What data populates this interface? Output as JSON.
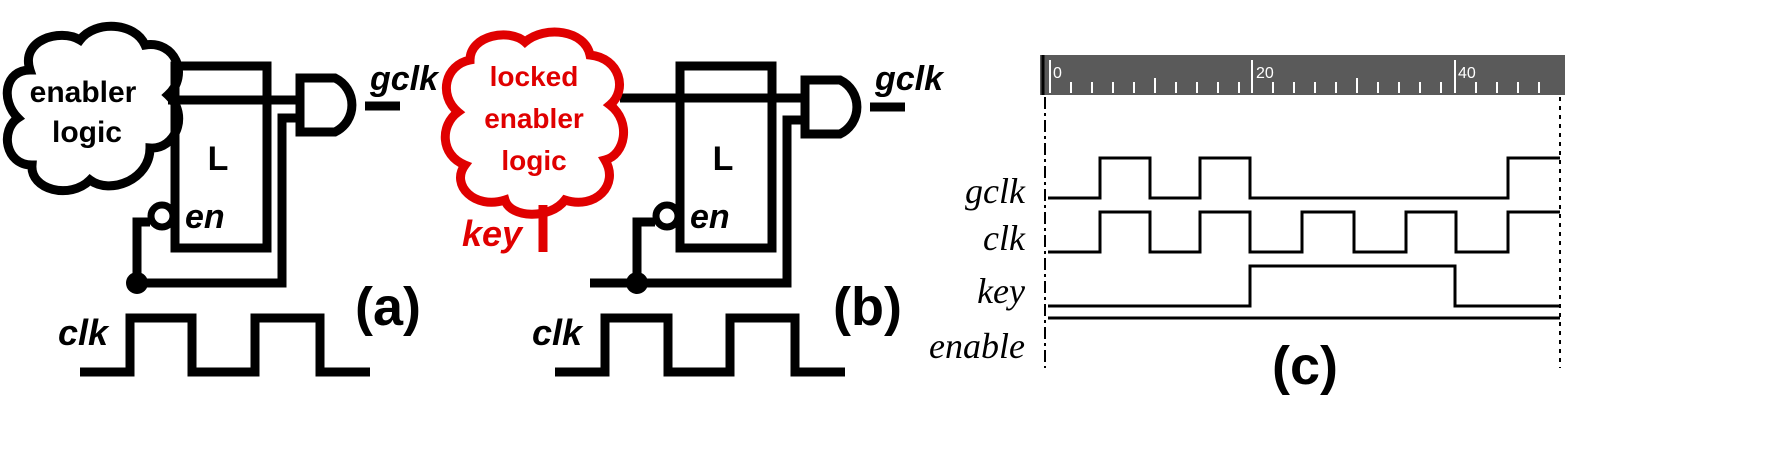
{
  "panel_a": {
    "cloud_line1": "enabler",
    "cloud_line2": "logic",
    "latch_label": "L",
    "en_label": "en",
    "output_label": "gclk",
    "clock_label": "clk",
    "panel_label": "(a)"
  },
  "panel_b": {
    "cloud_line1": "locked",
    "cloud_line2": "enabler",
    "cloud_line3": "logic",
    "key_label": "key",
    "latch_label": "L",
    "en_label": "en",
    "output_label": "gclk",
    "clock_label": "clk",
    "panel_label": "(b)"
  },
  "panel_c": {
    "ruler_ticks": [
      "0",
      "20",
      "40"
    ],
    "signal_labels": [
      "gclk",
      "clk",
      "key",
      "enable"
    ],
    "panel_label": "(c)"
  },
  "colors": {
    "ink": "#000000",
    "locked": "#e00000",
    "ruler_bg": "#5a5a5a",
    "ruler_text": "#ffffff"
  }
}
